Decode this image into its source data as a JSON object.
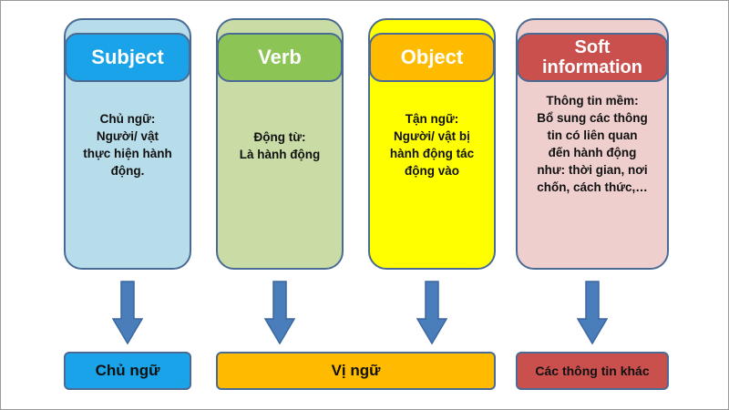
{
  "columns": [
    {
      "key": "subject",
      "header": "Subject",
      "body": "Chủ ngữ:\nNgười/ vật\nthực hiện hành\nđộng.",
      "header_color": "#1aa3e8",
      "card_color": "#b7dcea"
    },
    {
      "key": "verb",
      "header": "Verb",
      "body": "Động từ:\nLà hành động",
      "header_color": "#8cc456",
      "card_color": "#c9dca6"
    },
    {
      "key": "object",
      "header": "Object",
      "body": "Tận ngữ:\nNgười/ vật bị\nhành động tác\nđộng vào",
      "header_color": "#ffbb00",
      "card_color": "#ffff00"
    },
    {
      "key": "soft",
      "header": "Soft\ninformation",
      "body": "Thông tin mềm:\nBổ sung các thông\ntin có liên quan\nđến hành động\nnhư: thời gian, nơi\nchốn, cách thức,…",
      "header_color": "#c9504d",
      "card_color": "#eecfce"
    }
  ],
  "bottom": [
    {
      "key": "chu-ngu",
      "label": "Chủ ngữ",
      "color": "#1aa3e8"
    },
    {
      "key": "vi-ngu",
      "label": "Vị ngữ",
      "color": "#ffbb00"
    },
    {
      "key": "thong-tin-khac",
      "label": "Các thông tin khác",
      "color": "#c9504d"
    }
  ],
  "colors": {
    "border": "#4a6b94",
    "arrow": "#4a7ebb",
    "arrow_stroke": "#3a66a0"
  }
}
